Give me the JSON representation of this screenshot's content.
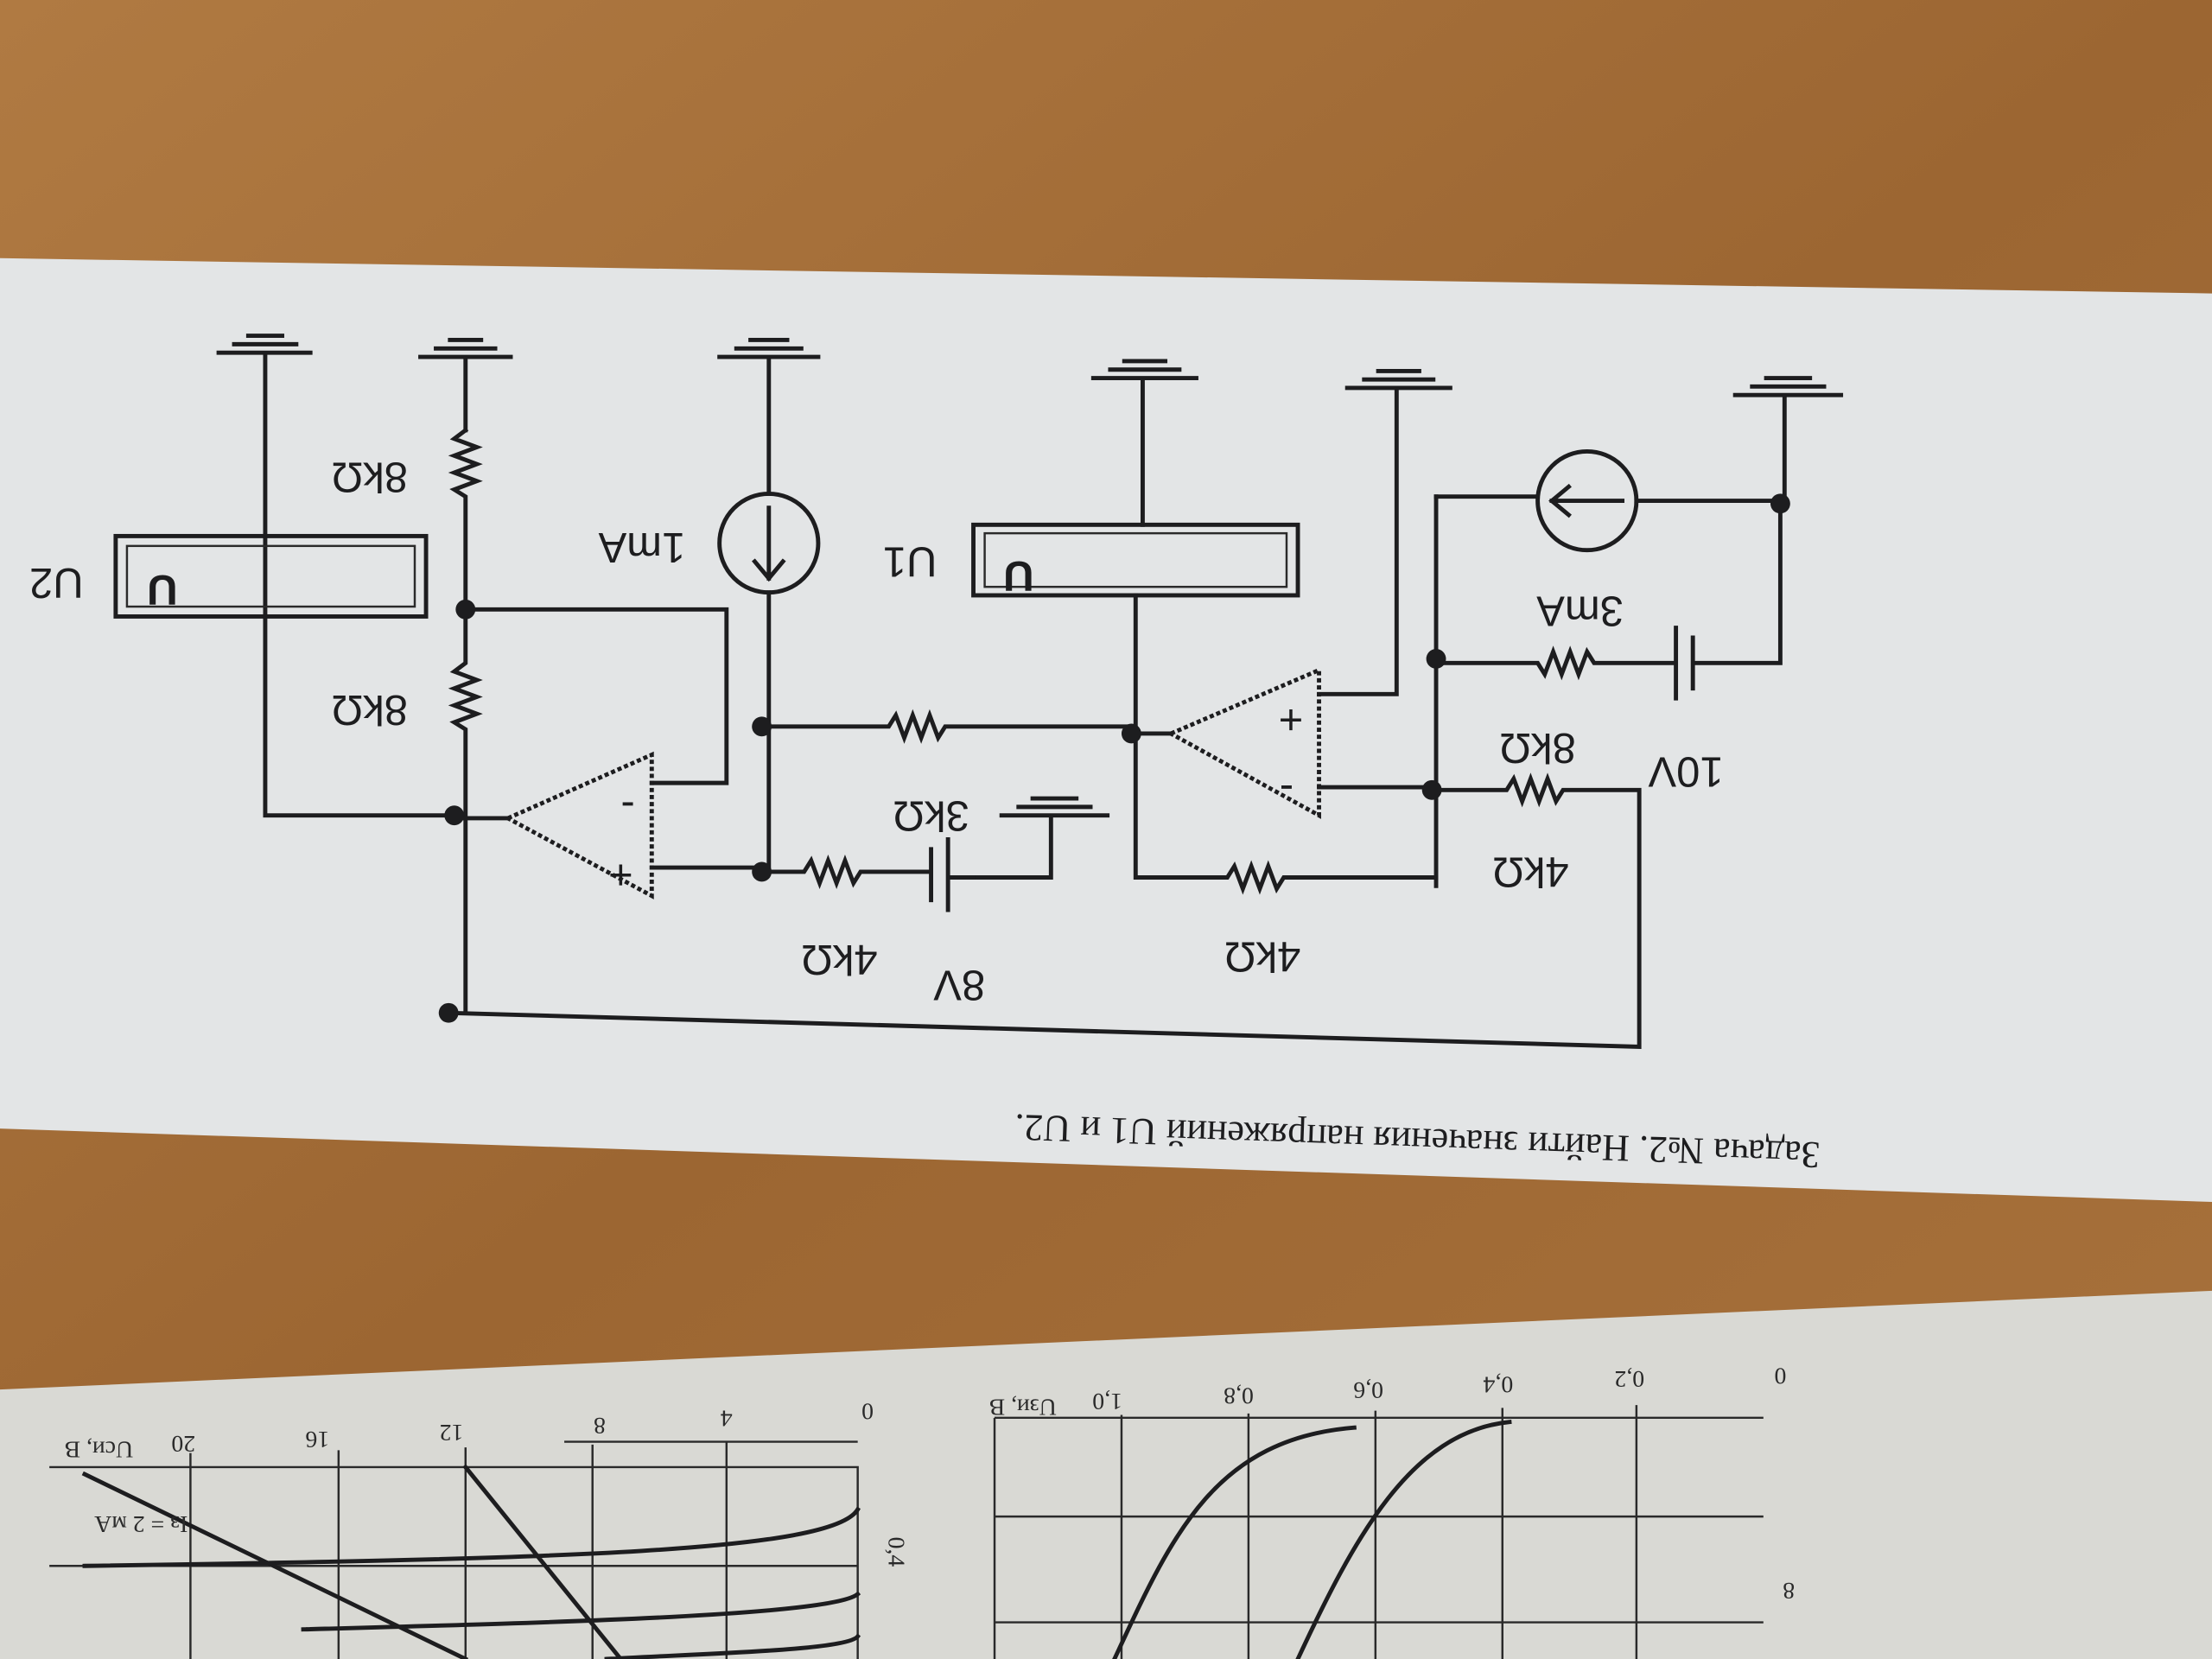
{
  "title": "Задача №2. Найти значения напряжений U1 и U2.",
  "components": {
    "r_top_left": "8kΩ",
    "r_mid_left": "8kΩ",
    "current_source_1": "1mA",
    "meter_u1": "U1",
    "meter_u2": "U2",
    "meter_symbol": "U",
    "current_source_2": "3mA",
    "battery_10v": "10V",
    "r_8k_right": "8kΩ",
    "r_3k": "3kΩ",
    "r_4k_right": "4kΩ",
    "battery_8v": "8V",
    "r_4k_left": "4kΩ",
    "r_4k_mid": "4kΩ",
    "opamp_plus": "+",
    "opamp_minus": "-"
  },
  "graph_below": {
    "axis1_ticks": [
      "0",
      "0,2",
      "0,4",
      "0,6",
      "0,8",
      "1,0"
    ],
    "axis1_label": "Uзи, B",
    "axis2_ticks": [
      "0",
      "4",
      "8",
      "12",
      "16",
      "20"
    ],
    "axis2_label": "Uси, B",
    "y_tick_left": "0,4",
    "y_tick_right": "8",
    "curve_label": "Iз = 2 мА"
  }
}
